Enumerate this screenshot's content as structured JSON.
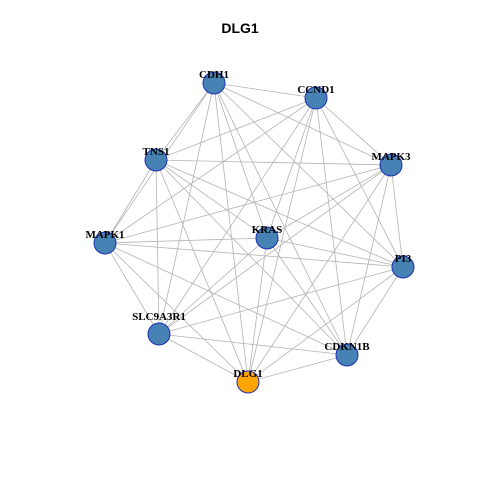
{
  "title": "DLG1",
  "colors": {
    "node_default": "#4682b4",
    "node_focus": "#ffa500",
    "node_border": "#1f2fb5",
    "edge": "#b3b3b3"
  },
  "nodes": [
    {
      "id": "CDH1",
      "label": "CDH1",
      "focus": false
    },
    {
      "id": "CCND1",
      "label": "CCND1",
      "focus": false
    },
    {
      "id": "TNS1",
      "label": "TNS1",
      "focus": false
    },
    {
      "id": "MAPK3",
      "label": "MAPK3",
      "focus": false
    },
    {
      "id": "KRAS",
      "label": "KRAS",
      "focus": false
    },
    {
      "id": "MAPK1",
      "label": "MAPK1",
      "focus": false
    },
    {
      "id": "PI3",
      "label": "PI3",
      "focus": false
    },
    {
      "id": "SLC9A3R1",
      "label": "SLC9A3R1",
      "focus": false
    },
    {
      "id": "CDKN1B",
      "label": "CDKN1B",
      "focus": false
    },
    {
      "id": "DLG1",
      "label": "DLG1",
      "focus": true
    }
  ],
  "edges": [
    [
      "CDH1",
      "CCND1"
    ],
    [
      "CDH1",
      "TNS1"
    ],
    [
      "CDH1",
      "MAPK3"
    ],
    [
      "CDH1",
      "PI3"
    ],
    [
      "CDH1",
      "CDKN1B"
    ],
    [
      "CDH1",
      "DLG1"
    ],
    [
      "CDH1",
      "SLC9A3R1"
    ],
    [
      "CDH1",
      "MAPK1"
    ],
    [
      "CDH1",
      "KRAS"
    ],
    [
      "CCND1",
      "TNS1"
    ],
    [
      "CCND1",
      "MAPK3"
    ],
    [
      "CCND1",
      "PI3"
    ],
    [
      "CCND1",
      "CDKN1B"
    ],
    [
      "CCND1",
      "DLG1"
    ],
    [
      "CCND1",
      "SLC9A3R1"
    ],
    [
      "CCND1",
      "MAPK1"
    ],
    [
      "CCND1",
      "KRAS"
    ],
    [
      "TNS1",
      "MAPK3"
    ],
    [
      "TNS1",
      "KRAS"
    ],
    [
      "TNS1",
      "MAPK1"
    ],
    [
      "TNS1",
      "PI3"
    ],
    [
      "TNS1",
      "CDKN1B"
    ],
    [
      "TNS1",
      "DLG1"
    ],
    [
      "TNS1",
      "SLC9A3R1"
    ],
    [
      "MAPK3",
      "KRAS"
    ],
    [
      "MAPK3",
      "PI3"
    ],
    [
      "MAPK3",
      "CDKN1B"
    ],
    [
      "MAPK3",
      "SLC9A3R1"
    ],
    [
      "MAPK3",
      "DLG1"
    ],
    [
      "MAPK3",
      "MAPK1"
    ],
    [
      "KRAS",
      "MAPK1"
    ],
    [
      "KRAS",
      "PI3"
    ],
    [
      "KRAS",
      "SLC9A3R1"
    ],
    [
      "KRAS",
      "CDKN1B"
    ],
    [
      "KRAS",
      "DLG1"
    ],
    [
      "MAPK1",
      "PI3"
    ],
    [
      "MAPK1",
      "SLC9A3R1"
    ],
    [
      "MAPK1",
      "CDKN1B"
    ],
    [
      "MAPK1",
      "DLG1"
    ],
    [
      "PI3",
      "SLC9A3R1"
    ],
    [
      "PI3",
      "CDKN1B"
    ],
    [
      "PI3",
      "DLG1"
    ],
    [
      "SLC9A3R1",
      "CDKN1B"
    ],
    [
      "SLC9A3R1",
      "DLG1"
    ],
    [
      "CDKN1B",
      "DLG1"
    ]
  ]
}
